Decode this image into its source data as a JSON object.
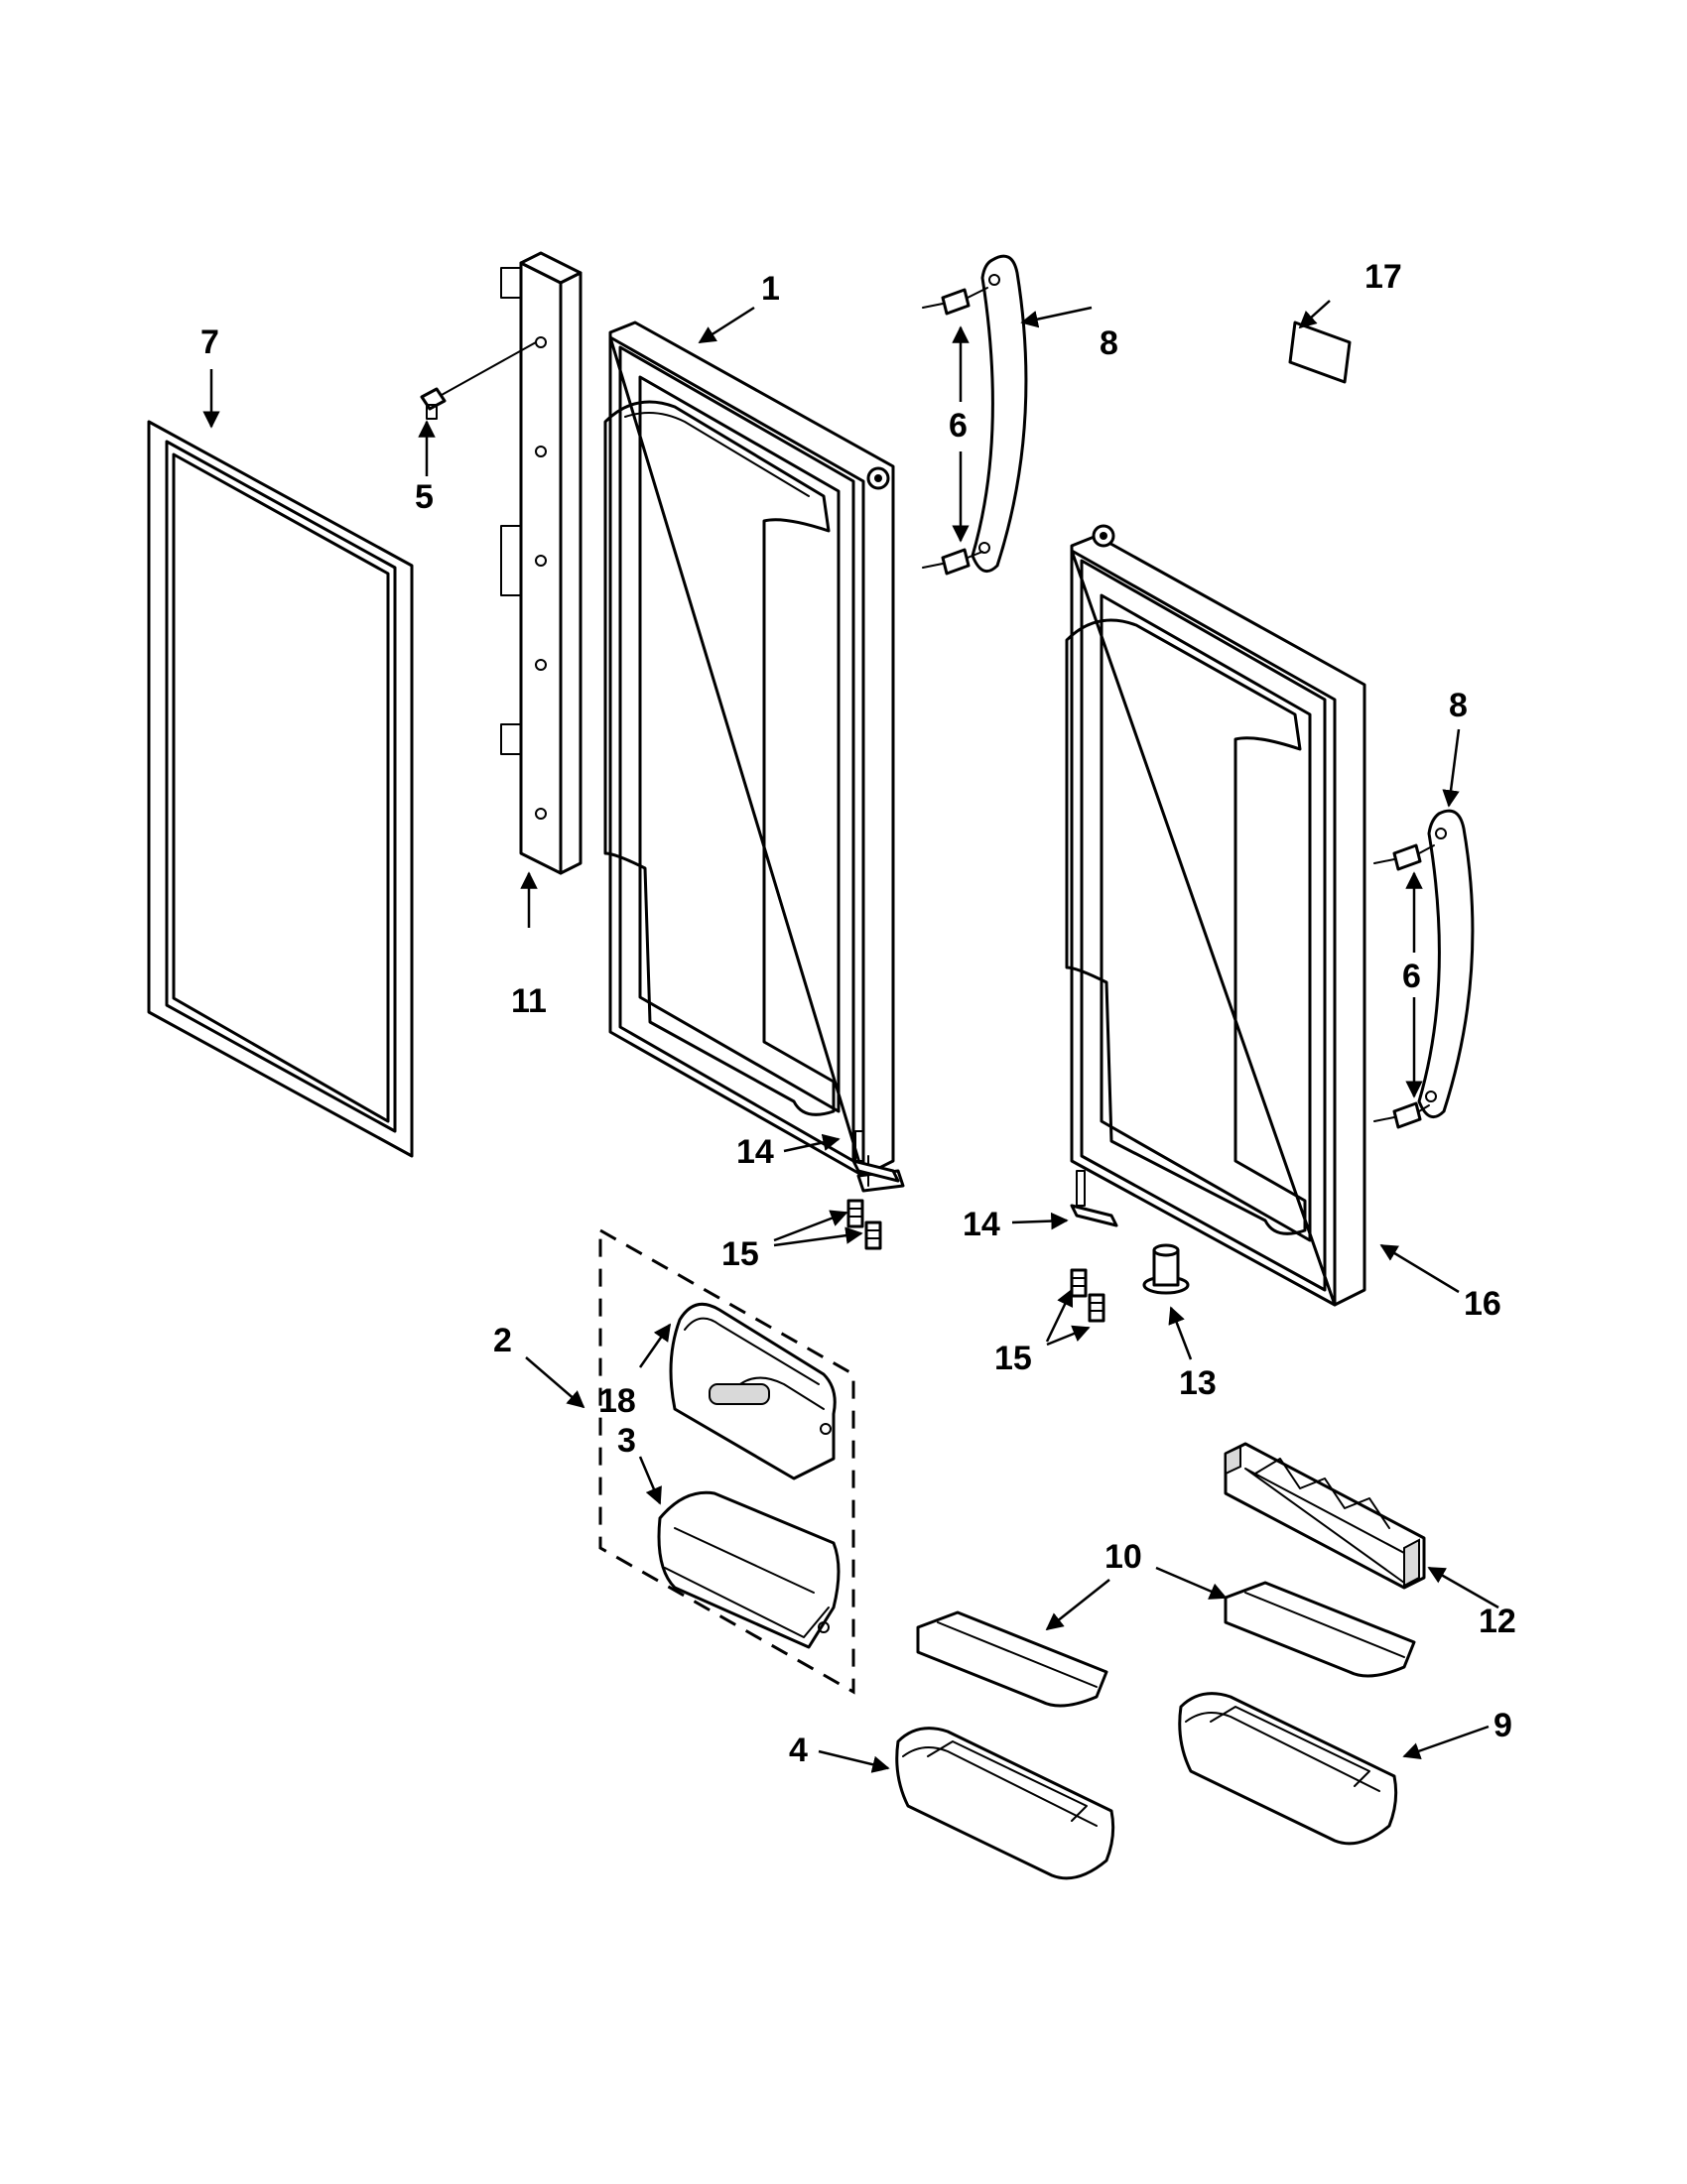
{
  "callouts": {
    "c1": "1",
    "c2": "2",
    "c3": "3",
    "c4": "4",
    "c5": "5",
    "c6a": "6",
    "c6b": "6",
    "c7": "7",
    "c8a": "8",
    "c8b": "8",
    "c9": "9",
    "c10": "10",
    "c11": "11",
    "c12": "12",
    "c13": "13",
    "c14a": "14",
    "c14b": "14",
    "c15a": "15",
    "c15b": "15",
    "c16": "16",
    "c17": "17",
    "c18": "18"
  }
}
